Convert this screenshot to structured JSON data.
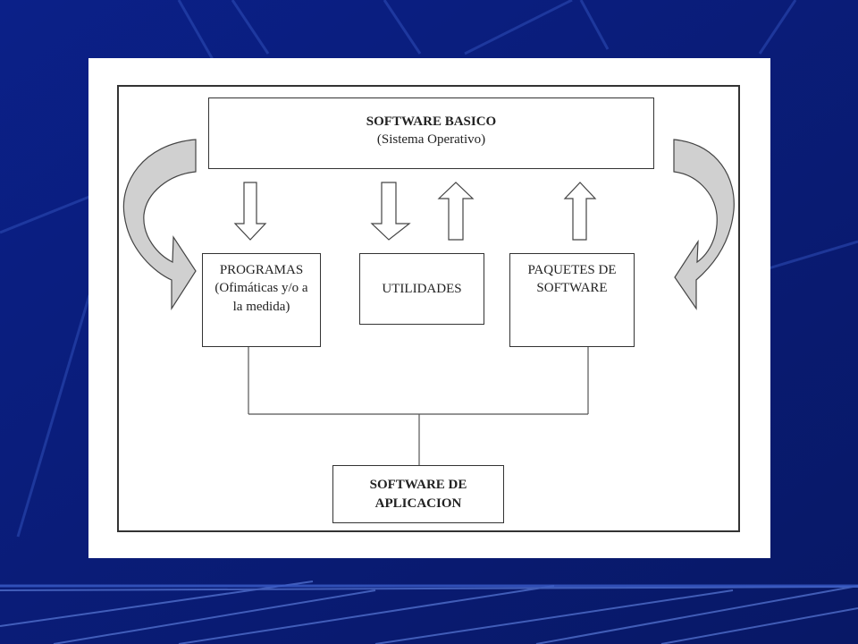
{
  "colors": {
    "background": "#0a1f7c",
    "stripe": "#4060c8",
    "frame": "#ffffff",
    "border": "#333333",
    "curved_arrow_fill": "#c8c8c8"
  },
  "diagram": {
    "software_basico": {
      "line1": "SOFTWARE BASICO",
      "line2": "(Sistema Operativo)"
    },
    "programas": {
      "line1": "PROGRAMAS",
      "line2": "(Ofimáticas y/o a",
      "line3": "la medida)"
    },
    "utilidades": {
      "label": "UTILIDADES"
    },
    "paquetes": {
      "line1": "PAQUETES DE",
      "line2": "SOFTWARE"
    },
    "aplicacion": {
      "line1": "SOFTWARE DE",
      "line2": "APLICACION"
    }
  }
}
